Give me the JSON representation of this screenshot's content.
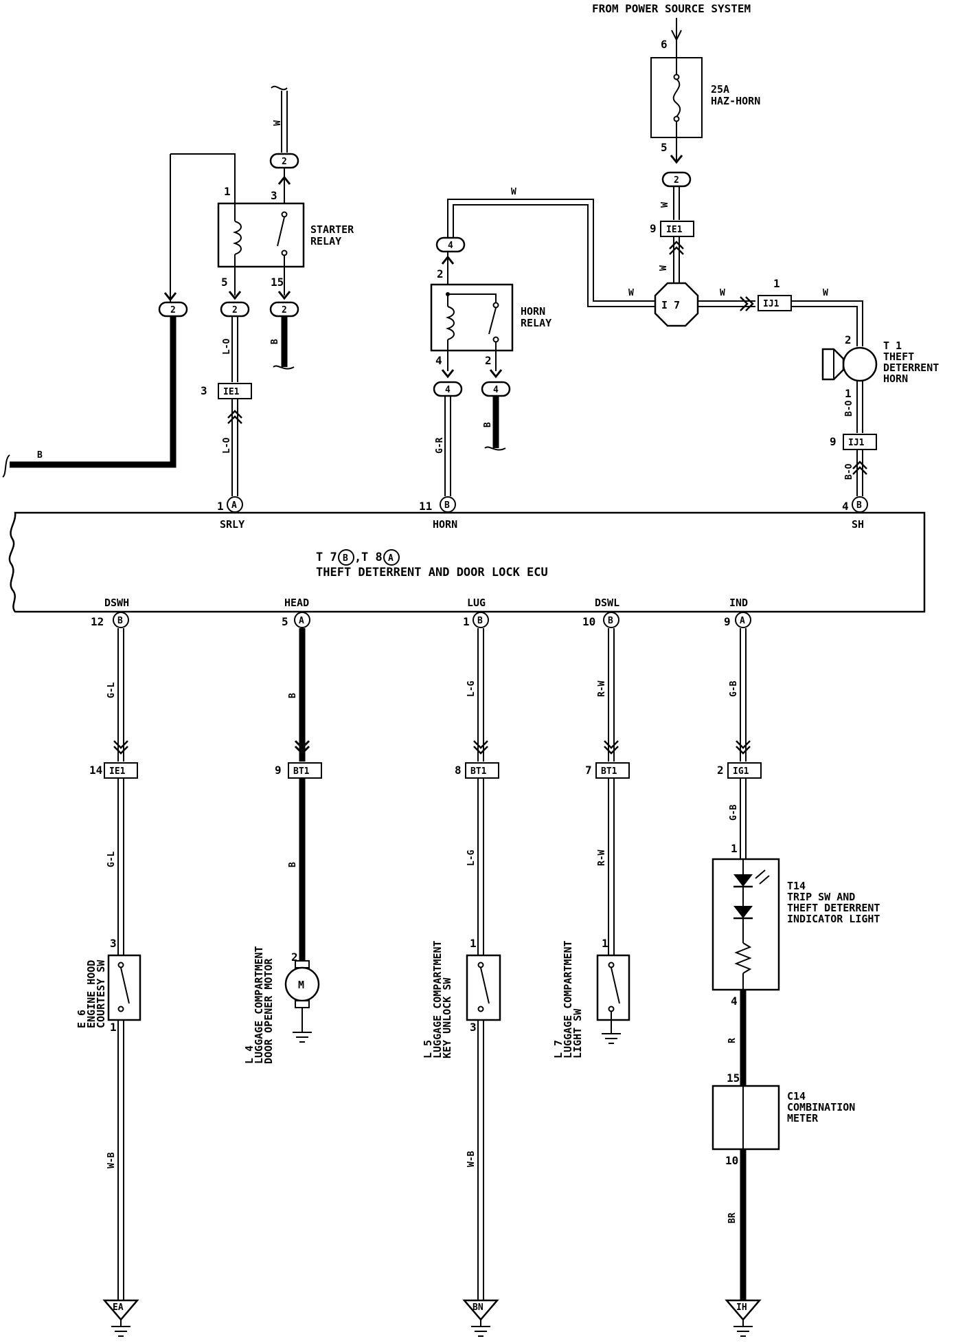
{
  "power_source": "FROM POWER SOURCE SYSTEM",
  "fuse": {
    "amp": "25A",
    "name": "HAZ-HORN"
  },
  "starter_relay": {
    "line1": "STARTER",
    "line2": "RELAY"
  },
  "horn_relay": {
    "line1": "HORN",
    "line2": "RELAY"
  },
  "theft_horn": {
    "id": "T 1",
    "line1": "THEFT",
    "line2": "DETERRENT",
    "line3": "HORN"
  },
  "ecu": {
    "ids": {
      "a": "T 7",
      "a_conn": "B",
      "b": "T 8",
      "b_conn": "A",
      "comma": ","
    },
    "name": "THEFT DETERRENT AND DOOR LOCK ECU",
    "top_terminals": [
      "SRLY",
      "HORN",
      "SH"
    ],
    "bottom_terminals": [
      "DSWH",
      "HEAD",
      "LUG",
      "DSWL",
      "IND"
    ]
  },
  "junction": "I 7",
  "connectors": [
    "IE1",
    "IE1",
    "IJ1",
    "IJ1",
    "IE1",
    "BT1",
    "BT1",
    "BT1",
    "IG1"
  ],
  "splice_markers": [
    "2",
    "2",
    "2",
    "2",
    "2",
    "4",
    "4",
    "4"
  ],
  "ecu_pins": [
    {
      "num": "1",
      "conn": "A"
    },
    {
      "num": "11",
      "conn": "B"
    },
    {
      "num": "4",
      "conn": "B"
    },
    {
      "num": "12",
      "conn": "B"
    },
    {
      "num": "5",
      "conn": "A"
    },
    {
      "num": "1",
      "conn": "B"
    },
    {
      "num": "10",
      "conn": "B"
    },
    {
      "num": "9",
      "conn": "A"
    }
  ],
  "pin_numbers": [
    "6",
    "5",
    "9",
    "1",
    "3",
    "2",
    "5",
    "15",
    "3",
    "1",
    "2",
    "4",
    "2",
    "1",
    "9",
    "14",
    "9",
    "8",
    "7",
    "2",
    "3",
    "1",
    "2",
    "1",
    "1",
    "3",
    "1",
    "4",
    "15",
    "10"
  ],
  "wire_colors": [
    "W",
    "W",
    "W",
    "W",
    "W",
    "W",
    "W",
    "L-O",
    "L-O",
    "B",
    "B",
    "G-R",
    "B",
    "B-O",
    "B-O",
    "G-L",
    "G-L",
    "W-B",
    "B",
    "B",
    "L-G",
    "L-G",
    "W-B",
    "R-W",
    "R-W",
    "G-B",
    "G-B",
    "R",
    "BR"
  ],
  "components": {
    "e6": {
      "id": "E 6",
      "line1": "ENGINE HOOD",
      "line2": "COURTESY SW"
    },
    "l4": {
      "id": "L 4",
      "line1": "LUGGAGE COMPARTMENT",
      "line2": "DOOR OPENER MOTOR"
    },
    "l5": {
      "id": "L 5",
      "line1": "LUGGAGE COMPARTMENT",
      "line2": "KEY UNLOCK SW"
    },
    "l7": {
      "id": "L 7",
      "line1": "LUGGAGE COMPARTMENT",
      "line2": "LIGHT SW"
    },
    "t14": {
      "id": "T14",
      "line1": "TRIP SW AND",
      "line2": "THEFT DETERRENT",
      "line3": "INDICATOR LIGHT"
    },
    "c14": {
      "id": "C14",
      "line1": "COMBINATION",
      "line2": "METER"
    },
    "motor_symbol": "M"
  },
  "grounds": [
    "EA",
    "BN",
    "IH"
  ]
}
